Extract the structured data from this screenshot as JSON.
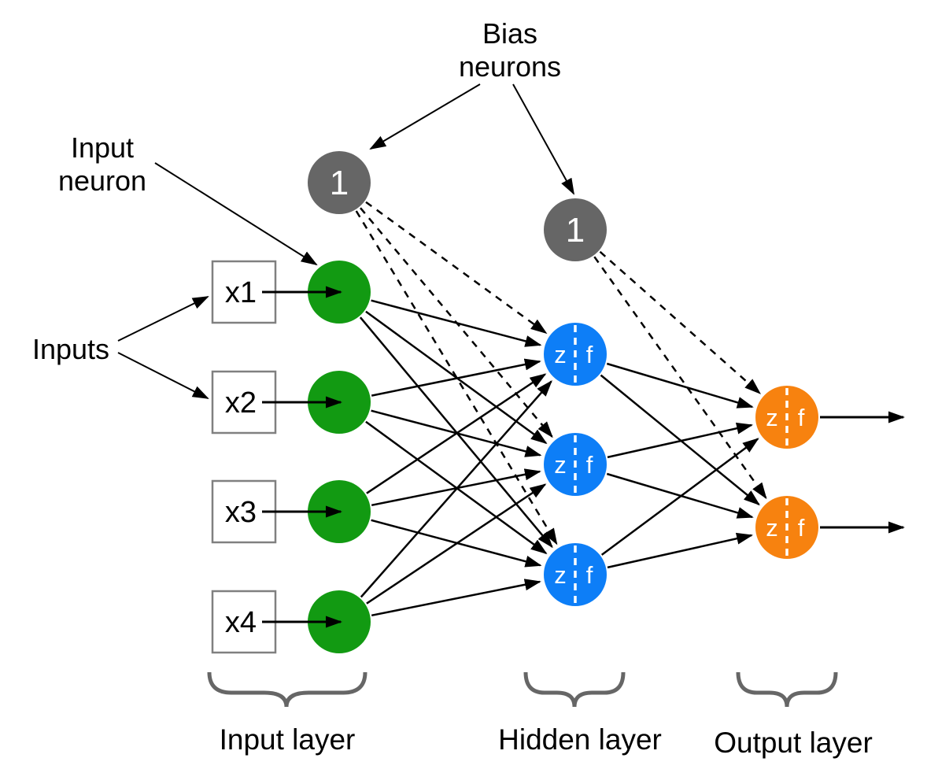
{
  "annotations": {
    "bias_neurons": {
      "line1": "Bias",
      "line2": "neurons"
    },
    "input_neuron": {
      "line1": "Input",
      "line2": "neuron"
    },
    "inputs_label": "Inputs"
  },
  "input_boxes": [
    "x1",
    "x2",
    "x3",
    "x4"
  ],
  "neuron_text": {
    "bias": "1",
    "z": "z",
    "f": "f"
  },
  "layer_labels": {
    "input": "Input layer",
    "hidden": "Hidden layer",
    "output": "Output layer"
  },
  "structure": {
    "input_count": 4,
    "hidden_count": 3,
    "output_count": 2,
    "bias_count": 2
  },
  "colors": {
    "input_neuron": "#129a12",
    "hidden_neuron": "#0d7ef7",
    "output_neuron": "#f7820f",
    "bias_neuron": "#666666",
    "box_border": "#808080",
    "brace": "#666666",
    "edge": "#000000",
    "divider": "#ffffff"
  }
}
